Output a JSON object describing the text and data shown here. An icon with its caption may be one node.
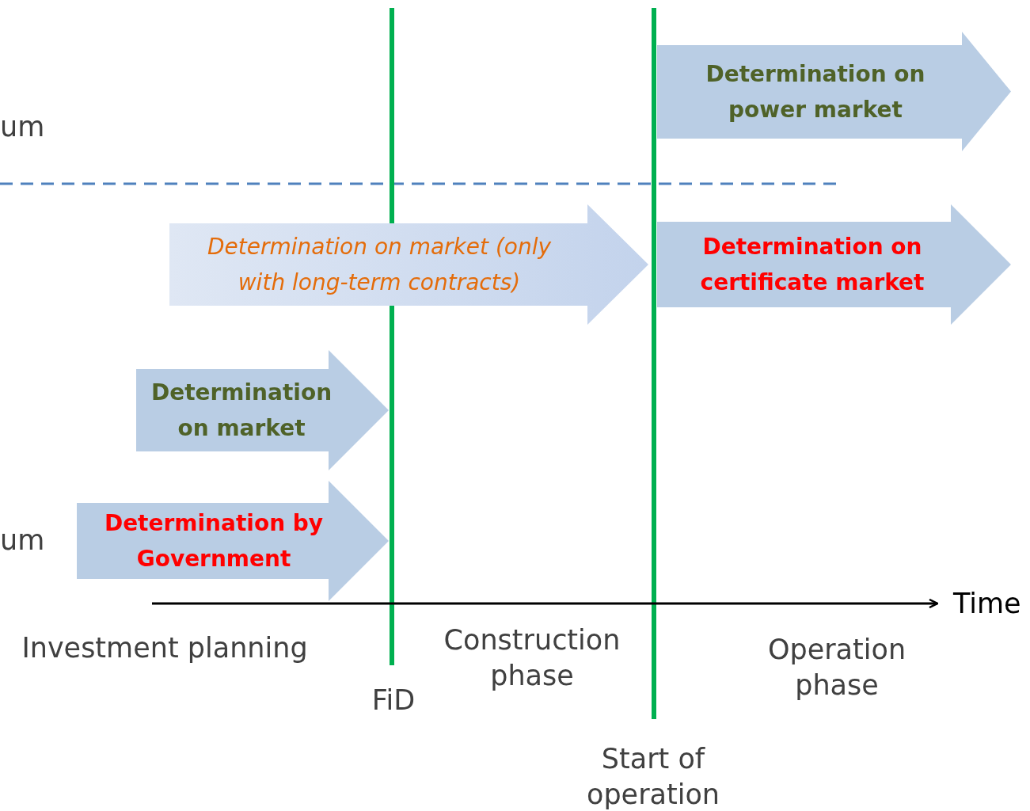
{
  "diagram": {
    "nodes": [
      {
        "text": [
          "Determination on power market"
        ]
      },
      {
        "text": [
          "Determination on market (only with long-term contracts)"
        ]
      },
      {
        "text": [
          "Determination on certificate market"
        ]
      },
      {
        "text": [
          "Determination on market"
        ]
      },
      {
        "text": [
          "Determination by Government"
        ]
      }
    ],
    "labels": [
      "um",
      "um",
      "Time",
      "Investment planning",
      "Construction phase",
      "FiD",
      "Operation phase",
      "Start of operation"
    ]
  }
}
